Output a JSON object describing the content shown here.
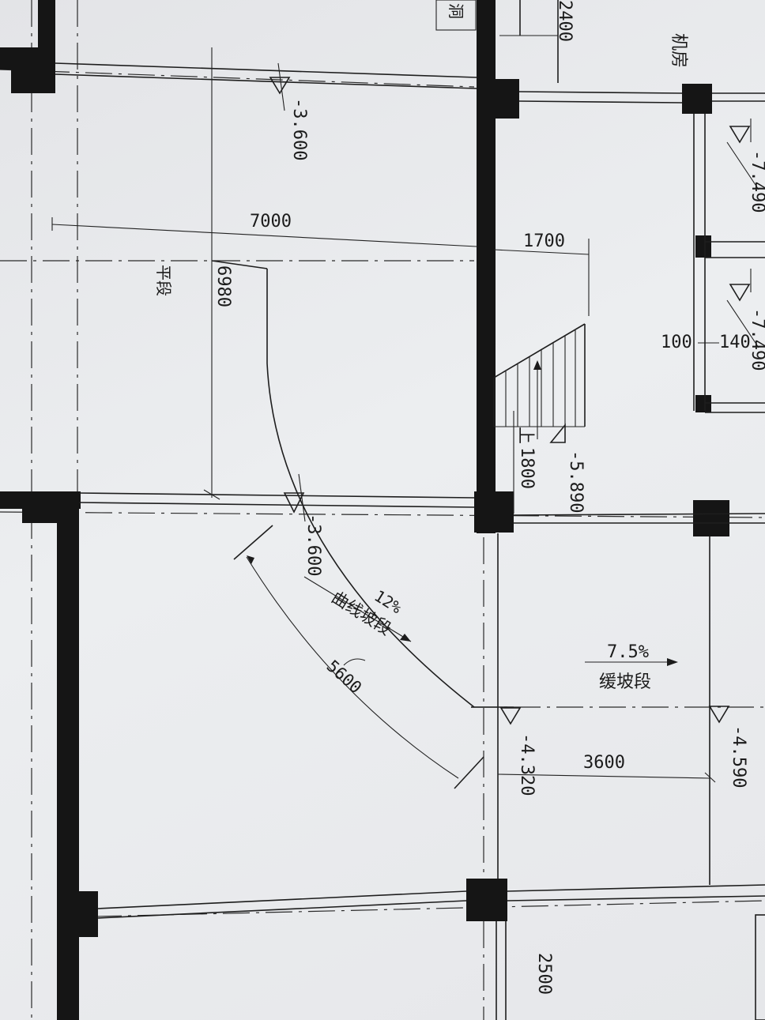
{
  "labels": {
    "room_machine": "机房",
    "room_cut": "洞",
    "flat_section": "平段",
    "curve_ramp": "曲线坡段",
    "gentle_ramp": "缓坡段",
    "stair_up": "上"
  },
  "slopes": {
    "curve": "12%",
    "gentle": "7.5%"
  },
  "dimensions": {
    "d2400": "2400",
    "d7000": "7000",
    "d6980": "6980",
    "d1700": "1700",
    "d100": "100",
    "d140": "140",
    "d1800": "1800",
    "d5600": "5600",
    "d3600": "3600",
    "d2500": "2500"
  },
  "elevations": {
    "e_top": "-3.600",
    "e_mid": "-3.600",
    "e_stair": "-5.890",
    "e_ramp_end": "-4.320",
    "e_right": "-4.590",
    "e_side1": "-7.490",
    "e_side2": "-7.490"
  }
}
